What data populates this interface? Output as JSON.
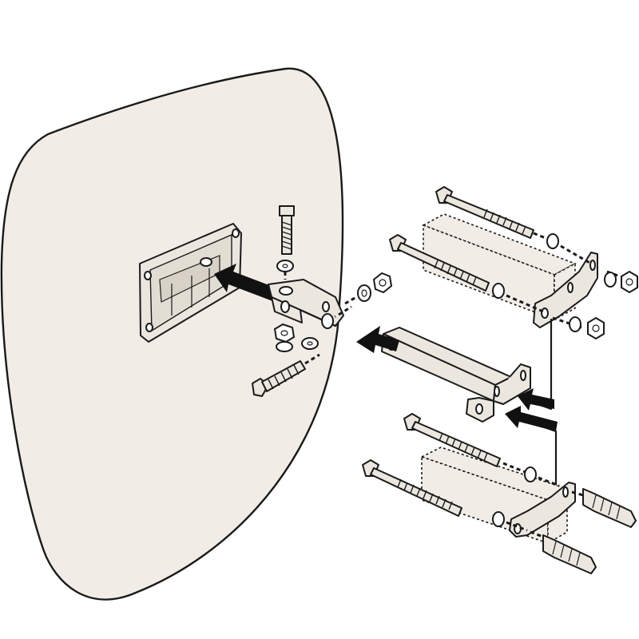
{
  "diagram": {
    "colors": {
      "mirror_fill": "#f1ede6",
      "outline": "#1a1a1a",
      "arrow": "#111111",
      "background": "#ffffff"
    },
    "parts": [
      "mirror-panel",
      "mirror-mount-plate",
      "swivel-bracket",
      "extension-arm",
      "wall-bracket",
      "lag-bolt",
      "washer",
      "hex-nut",
      "wall-plug",
      "wooden-post"
    ]
  }
}
